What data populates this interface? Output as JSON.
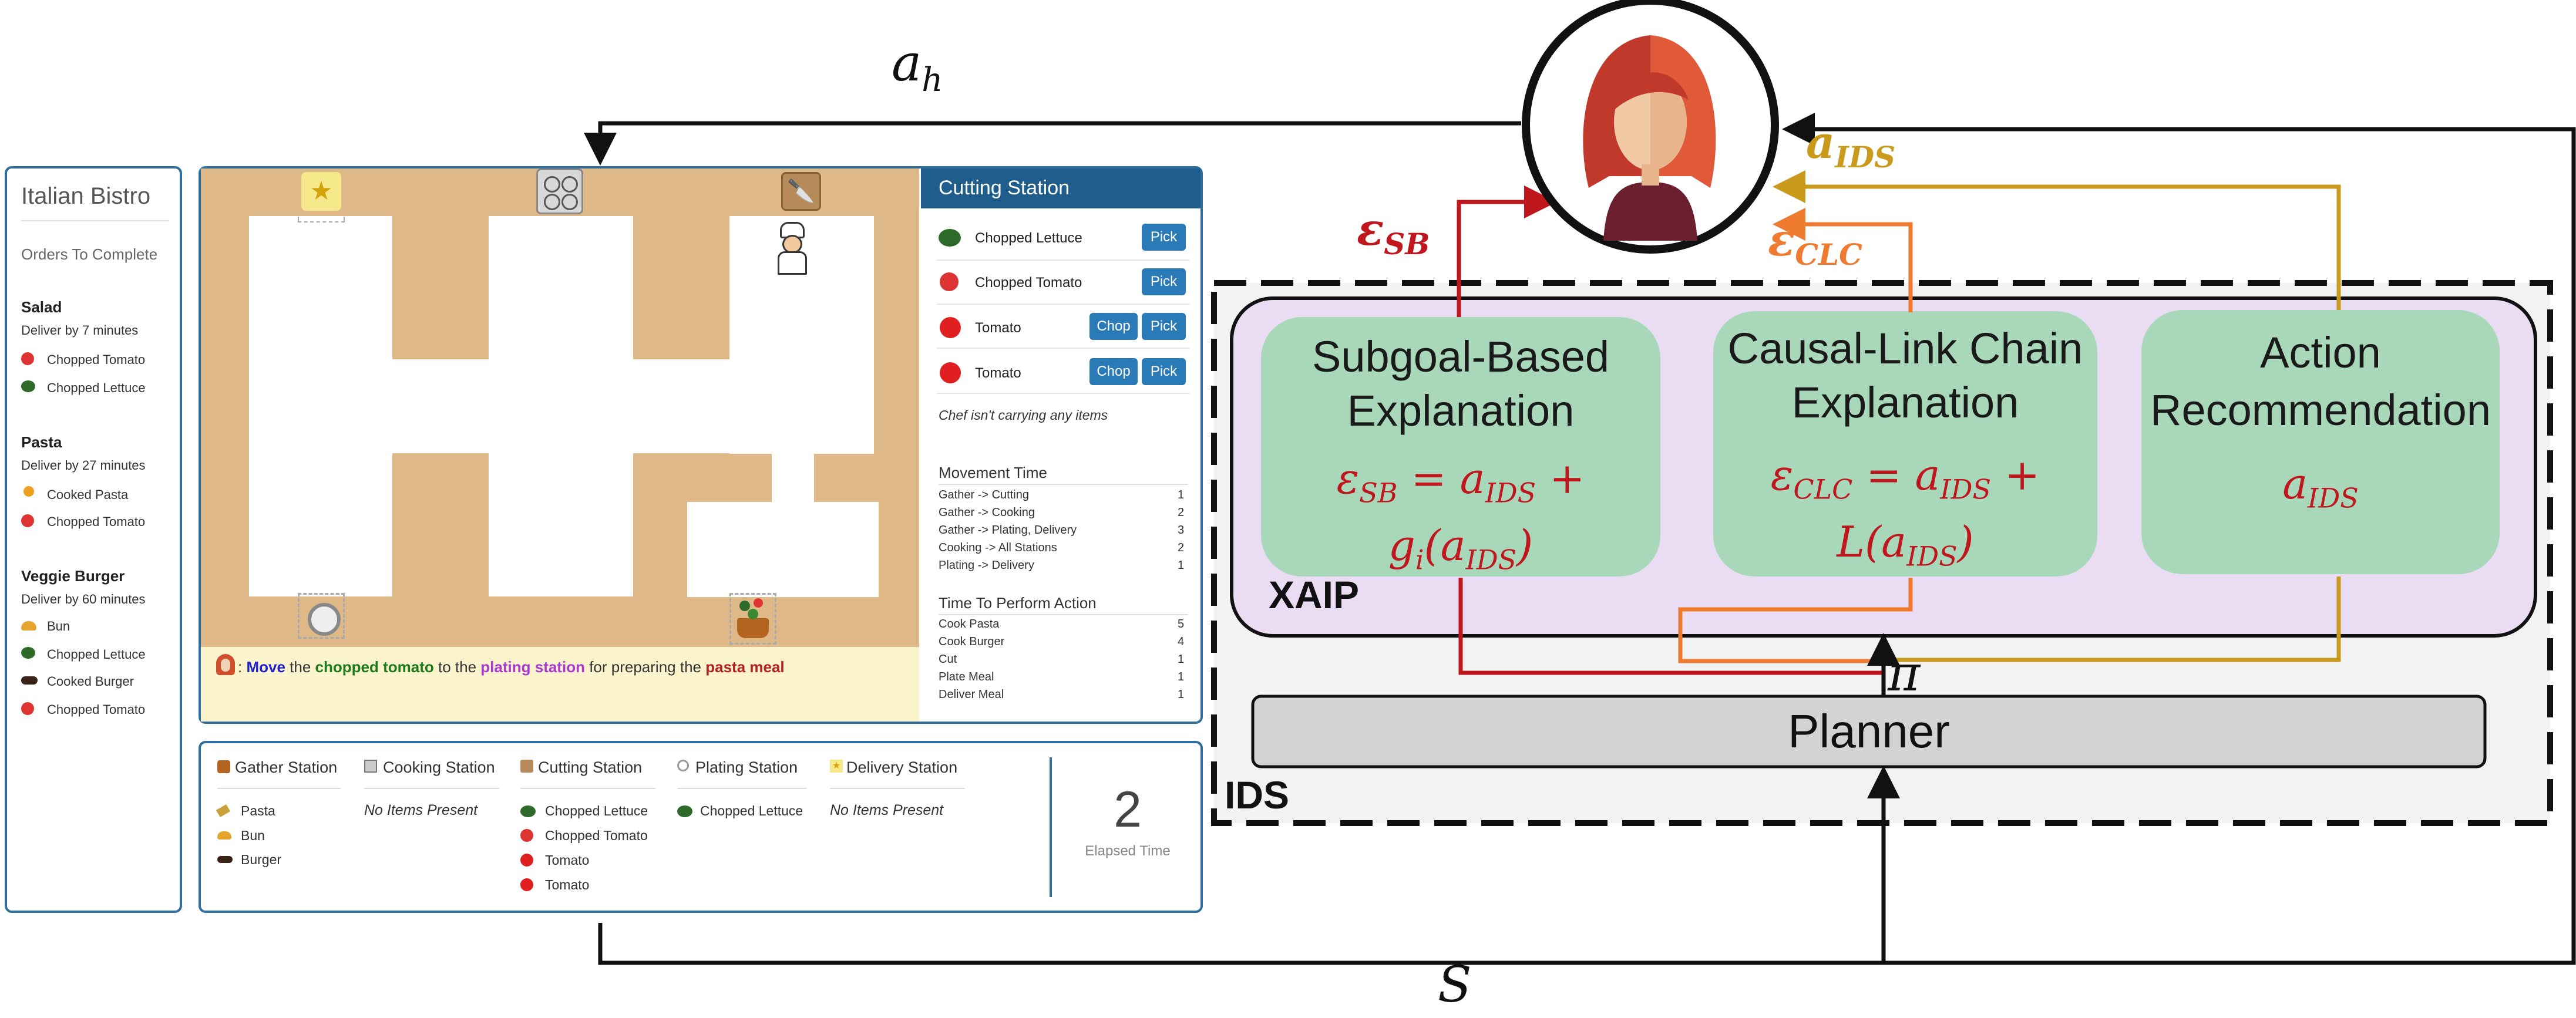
{
  "sidebar": {
    "title": "Italian Bistro",
    "subtitle": "Orders To Complete",
    "orders": [
      {
        "name": "Salad",
        "deliver": "Deliver by 7 minutes",
        "items": [
          "Chopped Tomato",
          "Chopped Lettuce"
        ]
      },
      {
        "name": "Pasta",
        "deliver": "Deliver by 27 minutes",
        "items": [
          "Cooked Pasta",
          "Chopped Tomato"
        ]
      },
      {
        "name": "Veggie Burger",
        "deliver": "Deliver by 60 minutes",
        "items": [
          "Bun",
          "Chopped Lettuce",
          "Cooked Burger",
          "Chopped Tomato"
        ]
      }
    ]
  },
  "instruction": {
    "move": "Move",
    "the1": "the",
    "item": "chopped tomato",
    "to": "to the",
    "station": "plating station",
    "for": "for preparing the",
    "meal": "pasta meal"
  },
  "cutting": {
    "header": "Cutting Station",
    "items": [
      {
        "label": "Chopped Lettuce",
        "actions": [
          "Pick"
        ]
      },
      {
        "label": "Chopped Tomato",
        "actions": [
          "Pick"
        ]
      },
      {
        "label": "Tomato",
        "actions": [
          "Chop",
          "Pick"
        ]
      },
      {
        "label": "Tomato",
        "actions": [
          "Chop",
          "Pick"
        ]
      }
    ],
    "carrying": "Chef isn't carrying any items",
    "movement_title": "Movement Time",
    "movement": [
      {
        "label": "Gather -> Cutting",
        "value": "1"
      },
      {
        "label": "Gather -> Cooking",
        "value": "2"
      },
      {
        "label": "Gather -> Plating, Delivery",
        "value": "3"
      },
      {
        "label": "Cooking -> All Stations",
        "value": "2"
      },
      {
        "label": "Plating -> Delivery",
        "value": "1"
      }
    ],
    "action_title": "Time To Perform Action",
    "action_times": [
      {
        "label": "Cook Pasta",
        "value": "5"
      },
      {
        "label": "Cook Burger",
        "value": "4"
      },
      {
        "label": "Cut",
        "value": "1"
      },
      {
        "label": "Plate Meal",
        "value": "1"
      },
      {
        "label": "Deliver Meal",
        "value": "1"
      }
    ]
  },
  "stations": {
    "gather": {
      "title": "Gather Station",
      "items": [
        "Pasta",
        "Bun",
        "Burger"
      ]
    },
    "cooking": {
      "title": "Cooking Station",
      "empty": "No Items Present"
    },
    "cutting": {
      "title": "Cutting Station",
      "items": [
        "Chopped Lettuce",
        "Chopped Tomato",
        "Tomato",
        "Tomato"
      ]
    },
    "plating": {
      "title": "Plating Station",
      "items": [
        "Chopped Lettuce"
      ]
    },
    "delivery": {
      "title": "Delivery Station",
      "empty": "No Items Present"
    },
    "elapsed_value": "2",
    "elapsed_label": "Elapsed Time"
  },
  "diagram": {
    "a_h": "a",
    "a_h_sub": "h",
    "a_ids": "a",
    "a_ids_sub": "IDS",
    "eps_sb": "ε",
    "eps_sb_sub": "SB",
    "eps_clc": "ε",
    "eps_clc_sub": "CLC",
    "sb_title1": "Subgoal-Based",
    "sb_title2": "Explanation",
    "clc_title1": "Causal-Link Chain",
    "clc_title2": "Explanation",
    "ar_title1": "Action",
    "ar_title2": "Recommendation",
    "xaip": "XAIP",
    "planner": "Planner",
    "ids": "IDS",
    "pi": "π",
    "s": "S",
    "sb_formula_eps": "ε",
    "sb_formula_sub": "SB",
    "sb_eq": " = ",
    "formula_a": "a",
    "formula_ids": "IDS",
    "formula_plus": " +",
    "sb_g": "g",
    "sb_gi": "i",
    "clc_formula_sub": "CLC",
    "clc_l": "L"
  },
  "colors": {
    "red": "#c0161e",
    "orange": "#ee7b30",
    "gold": "#c99a1b",
    "green_box": "#a8d8b9",
    "purple": "#e9dcf3",
    "panel_border": "#2e6f9e",
    "kitchen_floor": "#deb887"
  }
}
